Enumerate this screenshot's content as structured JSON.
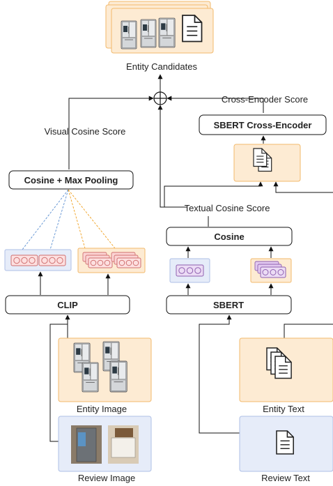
{
  "labels": {
    "entity_candidates": "Entity Candidates",
    "cross_encoder_score": "Cross-Encoder Score",
    "sbert_cross_encoder": "SBERT Cross-Encoder",
    "visual_cosine_score": "Visual Cosine Score",
    "cosine_max_pooling": "Cosine + Max Pooling",
    "textual_cosine_score": "Textual Cosine Score",
    "cosine": "Cosine",
    "clip": "CLIP",
    "sbert": "SBERT",
    "entity_image": "Entity Image",
    "entity_text": "Entity Text",
    "review_image": "Review Image",
    "review_text": "Review Text"
  },
  "colors": {
    "orange_fill": "#fdebd3",
    "orange_stroke": "#f2b96b",
    "blue_fill": "#e6ecf9",
    "blue_stroke": "#aebfe6",
    "pink_embed": "#f4a6a6",
    "purple_embed": "#c9a6dc",
    "dashed_blue": "#5b8fd1",
    "dashed_orange": "#f0a020"
  },
  "icons": [
    "fridge-icon",
    "document-icon",
    "sum-operator-icon",
    "embedding-icon"
  ]
}
